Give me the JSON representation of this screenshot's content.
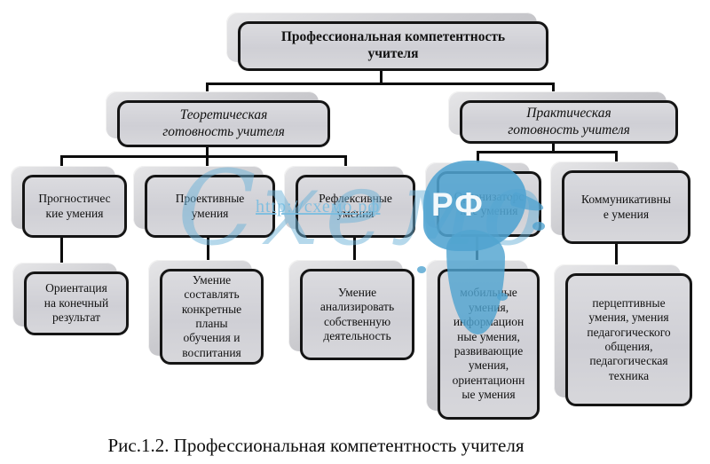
{
  "nodes": {
    "root": "Профессиональная компетентность\nучителя",
    "theoretical": "Теоретическая\nготовность учителя",
    "practical": "Практическая\nготовность учителя",
    "prognostic": "Прогностичес\nкие умения",
    "projective": "Проективные\nумения",
    "reflexive": "Рефлексивные\nумения",
    "organizational": "Организаторс\nкие умения",
    "communicative": "Коммуникативны\nе умения",
    "result_orientation": "Ориентация\nна конечный\nрезультат",
    "concrete_plans": "Умение\nсоставлять\nконкретные\nпланы\nобучения и\nвоспитания",
    "self_analysis": "Умение\nанализировать\nсобственную\nдеятельность",
    "mobile_info": "мобильные\nумения,\nинформацион\nные умения,\nразвивающие\nумения,\nориентационн\nые умения",
    "perceptive": "перцептивные\nумения, умения\nпедагогического\nобщения,\nпедагогическая\nтехника"
  },
  "caption": "Рис.1.2. Профессиональная компетентность учителя",
  "watermark": {
    "brand": "Схемо",
    "suffix": "РФ",
    "url": "http://схемо.рф"
  },
  "colors": {
    "box_fill": "#d3d3d9",
    "box_border": "#151515",
    "shadow": "#c6c6ca",
    "connector": "#0c0c0c",
    "watermark_blue": "#5aa9d4"
  }
}
